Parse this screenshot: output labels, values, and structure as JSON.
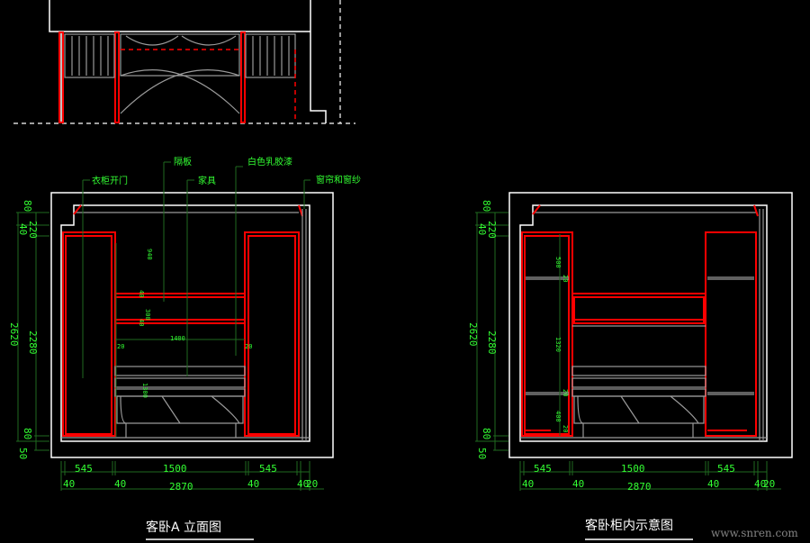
{
  "elevation_a": {
    "title": "客卧A 立面图",
    "callouts": [
      "衣柜开门",
      "隔板",
      "家具",
      "白色乳胶漆",
      "窗帘和窗纱"
    ],
    "inner_dims": {
      "d940": "940",
      "d40": "40",
      "d300": "300",
      "d40b": "40",
      "d1400": "1400",
      "d20l": "20",
      "d20r": "20",
      "d1300": "1300"
    },
    "left_dims": {
      "d80top": "80",
      "d40": "40",
      "d220": "220",
      "d2620": "2620",
      "d2280": "2280",
      "d80bot": "80",
      "d50": "50"
    },
    "bottom_dims": {
      "d545l": "545",
      "d1500": "1500",
      "d545r": "545",
      "d40a": "40",
      "d40b": "40",
      "d2870": "2870",
      "d40c": "40",
      "d40d": "40",
      "d20": "20"
    }
  },
  "cabinet_interior": {
    "title": "客卧柜内示意图",
    "inner_dims": {
      "d500": "500",
      "d20a": "20",
      "d1320": "1320",
      "d20b": "20",
      "d400": "400",
      "d20c": "20"
    },
    "left_dims": {
      "d80top": "80",
      "d40": "40",
      "d220": "220",
      "d2620": "2620",
      "d2280": "2280",
      "d80bot": "80",
      "d50": "50"
    },
    "bottom_dims": {
      "d545l": "545",
      "d1500": "1500",
      "d545r": "545",
      "d40a": "40",
      "d40b": "40",
      "d2870": "2870",
      "d40c": "40",
      "d40d": "40",
      "d20": "20"
    }
  },
  "watermark": "www.snren.com"
}
